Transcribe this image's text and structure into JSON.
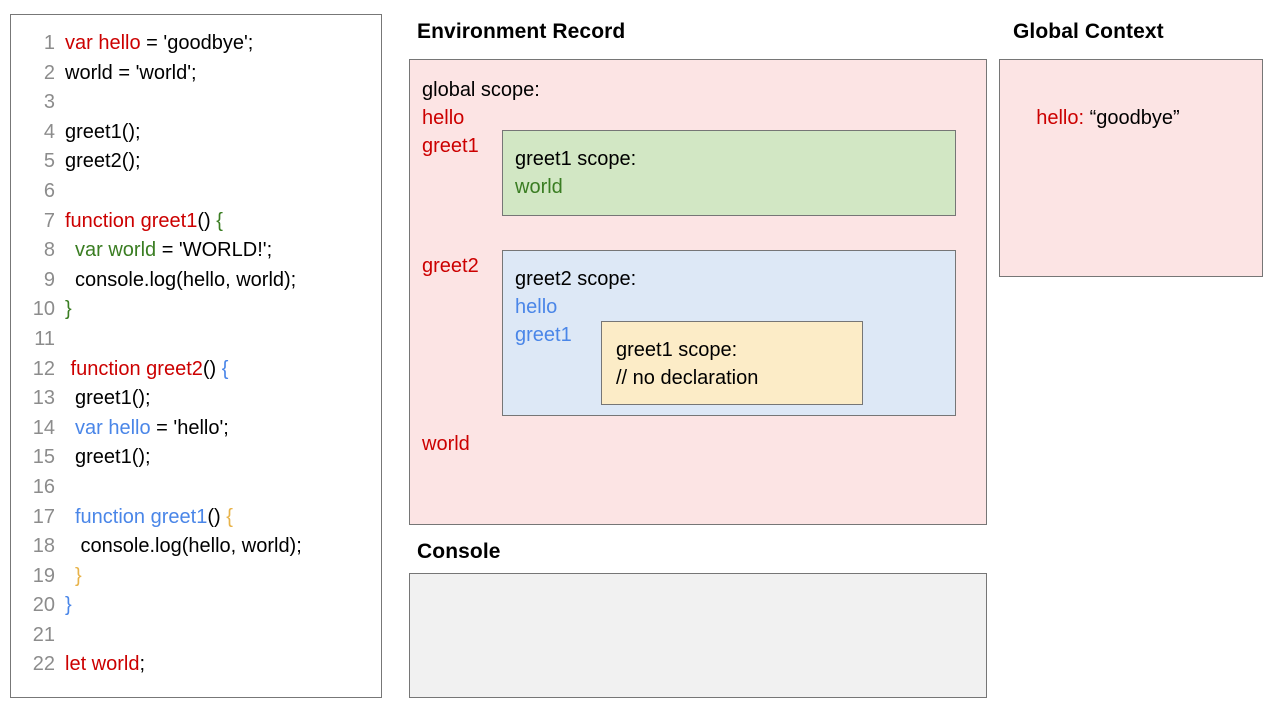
{
  "code_panel": {
    "lines": [
      {
        "num": "1",
        "indent": 0,
        "tokens": [
          {
            "t": "var hello",
            "c": "red"
          },
          {
            "t": " = 'goodbye';",
            "c": "black"
          }
        ]
      },
      {
        "num": "2",
        "indent": 0,
        "tokens": [
          {
            "t": "world = 'world';",
            "c": "black"
          }
        ]
      },
      {
        "num": "3",
        "indent": 0,
        "tokens": [
          {
            "t": "",
            "c": "black"
          }
        ]
      },
      {
        "num": "4",
        "indent": 0,
        "tokens": [
          {
            "t": "greet1();",
            "c": "black"
          }
        ]
      },
      {
        "num": "5",
        "indent": 0,
        "tokens": [
          {
            "t": "greet2();",
            "c": "black"
          }
        ]
      },
      {
        "num": "6",
        "indent": 0,
        "tokens": [
          {
            "t": "",
            "c": "black"
          }
        ]
      },
      {
        "num": "7",
        "indent": 0,
        "tokens": [
          {
            "t": "function greet1",
            "c": "red"
          },
          {
            "t": "() ",
            "c": "black"
          },
          {
            "t": "{",
            "c": "green"
          }
        ]
      },
      {
        "num": "8",
        "indent": 1,
        "tokens": [
          {
            "t": "var world",
            "c": "green"
          },
          {
            "t": " = 'WORLD!';",
            "c": "black"
          }
        ]
      },
      {
        "num": "9",
        "indent": 1,
        "tokens": [
          {
            "t": "console.log(hello, world);",
            "c": "black"
          }
        ]
      },
      {
        "num": "10",
        "indent": 0,
        "tokens": [
          {
            "t": "}",
            "c": "green"
          }
        ]
      },
      {
        "num": "11",
        "indent": 0,
        "tokens": [
          {
            "t": "",
            "c": "black"
          }
        ]
      },
      {
        "num": "12",
        "indent": 0,
        "tokens": [
          {
            "t": " function greet2",
            "c": "red"
          },
          {
            "t": "() ",
            "c": "black"
          },
          {
            "t": "{",
            "c": "blue"
          }
        ]
      },
      {
        "num": "13",
        "indent": 1,
        "tokens": [
          {
            "t": "greet1();",
            "c": "black"
          }
        ]
      },
      {
        "num": "14",
        "indent": 1,
        "tokens": [
          {
            "t": "var hello",
            "c": "blue"
          },
          {
            "t": " = 'hello';",
            "c": "black"
          }
        ]
      },
      {
        "num": "15",
        "indent": 1,
        "tokens": [
          {
            "t": "greet1();",
            "c": "black"
          }
        ]
      },
      {
        "num": "16",
        "indent": 0,
        "tokens": [
          {
            "t": "",
            "c": "black"
          }
        ]
      },
      {
        "num": "17",
        "indent": 1,
        "tokens": [
          {
            "t": "function greet1",
            "c": "blue"
          },
          {
            "t": "() ",
            "c": "black"
          },
          {
            "t": "{",
            "c": "orange"
          }
        ]
      },
      {
        "num": "18",
        "indent": 1,
        "tokens": [
          {
            "t": " console.log(hello, world);",
            "c": "black"
          }
        ]
      },
      {
        "num": "19",
        "indent": 1,
        "tokens": [
          {
            "t": "}",
            "c": "orange"
          }
        ]
      },
      {
        "num": "20",
        "indent": 0,
        "tokens": [
          {
            "t": "}",
            "c": "blue"
          }
        ]
      },
      {
        "num": "21",
        "indent": 0,
        "tokens": [
          {
            "t": "",
            "c": "black"
          }
        ]
      },
      {
        "num": "22",
        "indent": 0,
        "tokens": [
          {
            "t": "let world",
            "c": "red"
          },
          {
            "t": ";",
            "c": "black"
          }
        ]
      }
    ]
  },
  "environment_record": {
    "heading": "Environment Record",
    "global_scope": {
      "title": "global scope:",
      "bindings": [
        "hello",
        "greet1",
        "greet2",
        "world"
      ]
    },
    "greet1_scope": {
      "title": "greet1 scope:",
      "bindings": [
        "world"
      ]
    },
    "greet2_scope": {
      "title": "greet2 scope:",
      "bindings": [
        "hello",
        "greet1"
      ]
    },
    "greet1_inner_scope": {
      "title": "greet1 scope:",
      "note": "// no declaration"
    }
  },
  "global_context": {
    "heading": "Global Context",
    "entry_key": "hello:",
    "entry_value": " “goodbye”"
  },
  "console": {
    "heading": "Console",
    "output": ""
  },
  "colors": {
    "red": "#cc0000",
    "green": "#3a7d22",
    "blue": "#4a86e8",
    "orange": "#e8b34a",
    "scope_pink_bg": "#fce4e4",
    "scope_green_bg": "#d2e7c4",
    "scope_blue_bg": "#dde8f6",
    "scope_yellow_bg": "#fcecc7",
    "console_bg": "#f1f1f1",
    "border": "#767676",
    "line_number": "#8c8c8c"
  }
}
